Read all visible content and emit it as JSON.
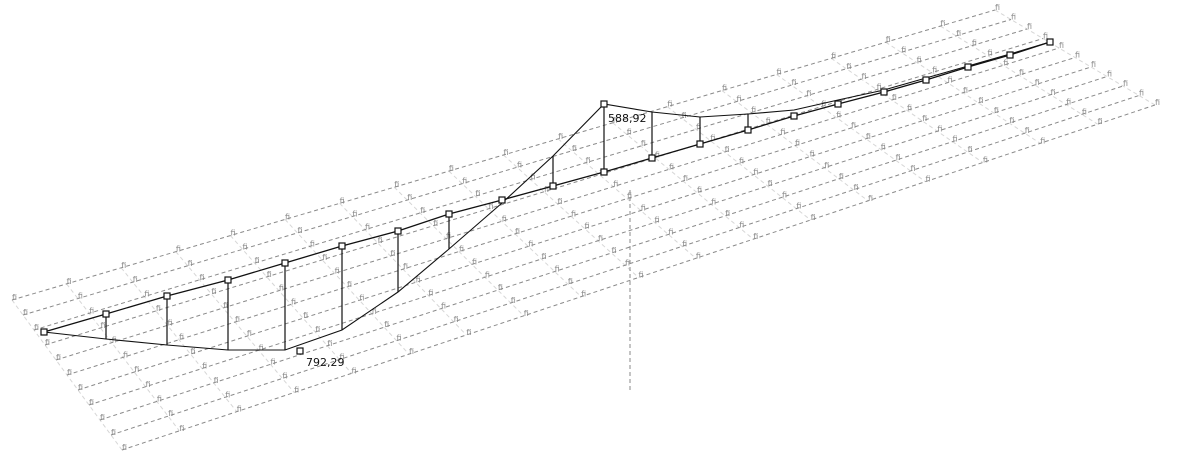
{
  "diagram": {
    "type": "bending-moment-diagram",
    "labels": {
      "max_positive": "792,29",
      "max_negative": "588,92"
    },
    "support_tag": "fi",
    "colors": {
      "axis": "#111111",
      "grid": "#8a8a8a",
      "background": "#ffffff"
    }
  }
}
